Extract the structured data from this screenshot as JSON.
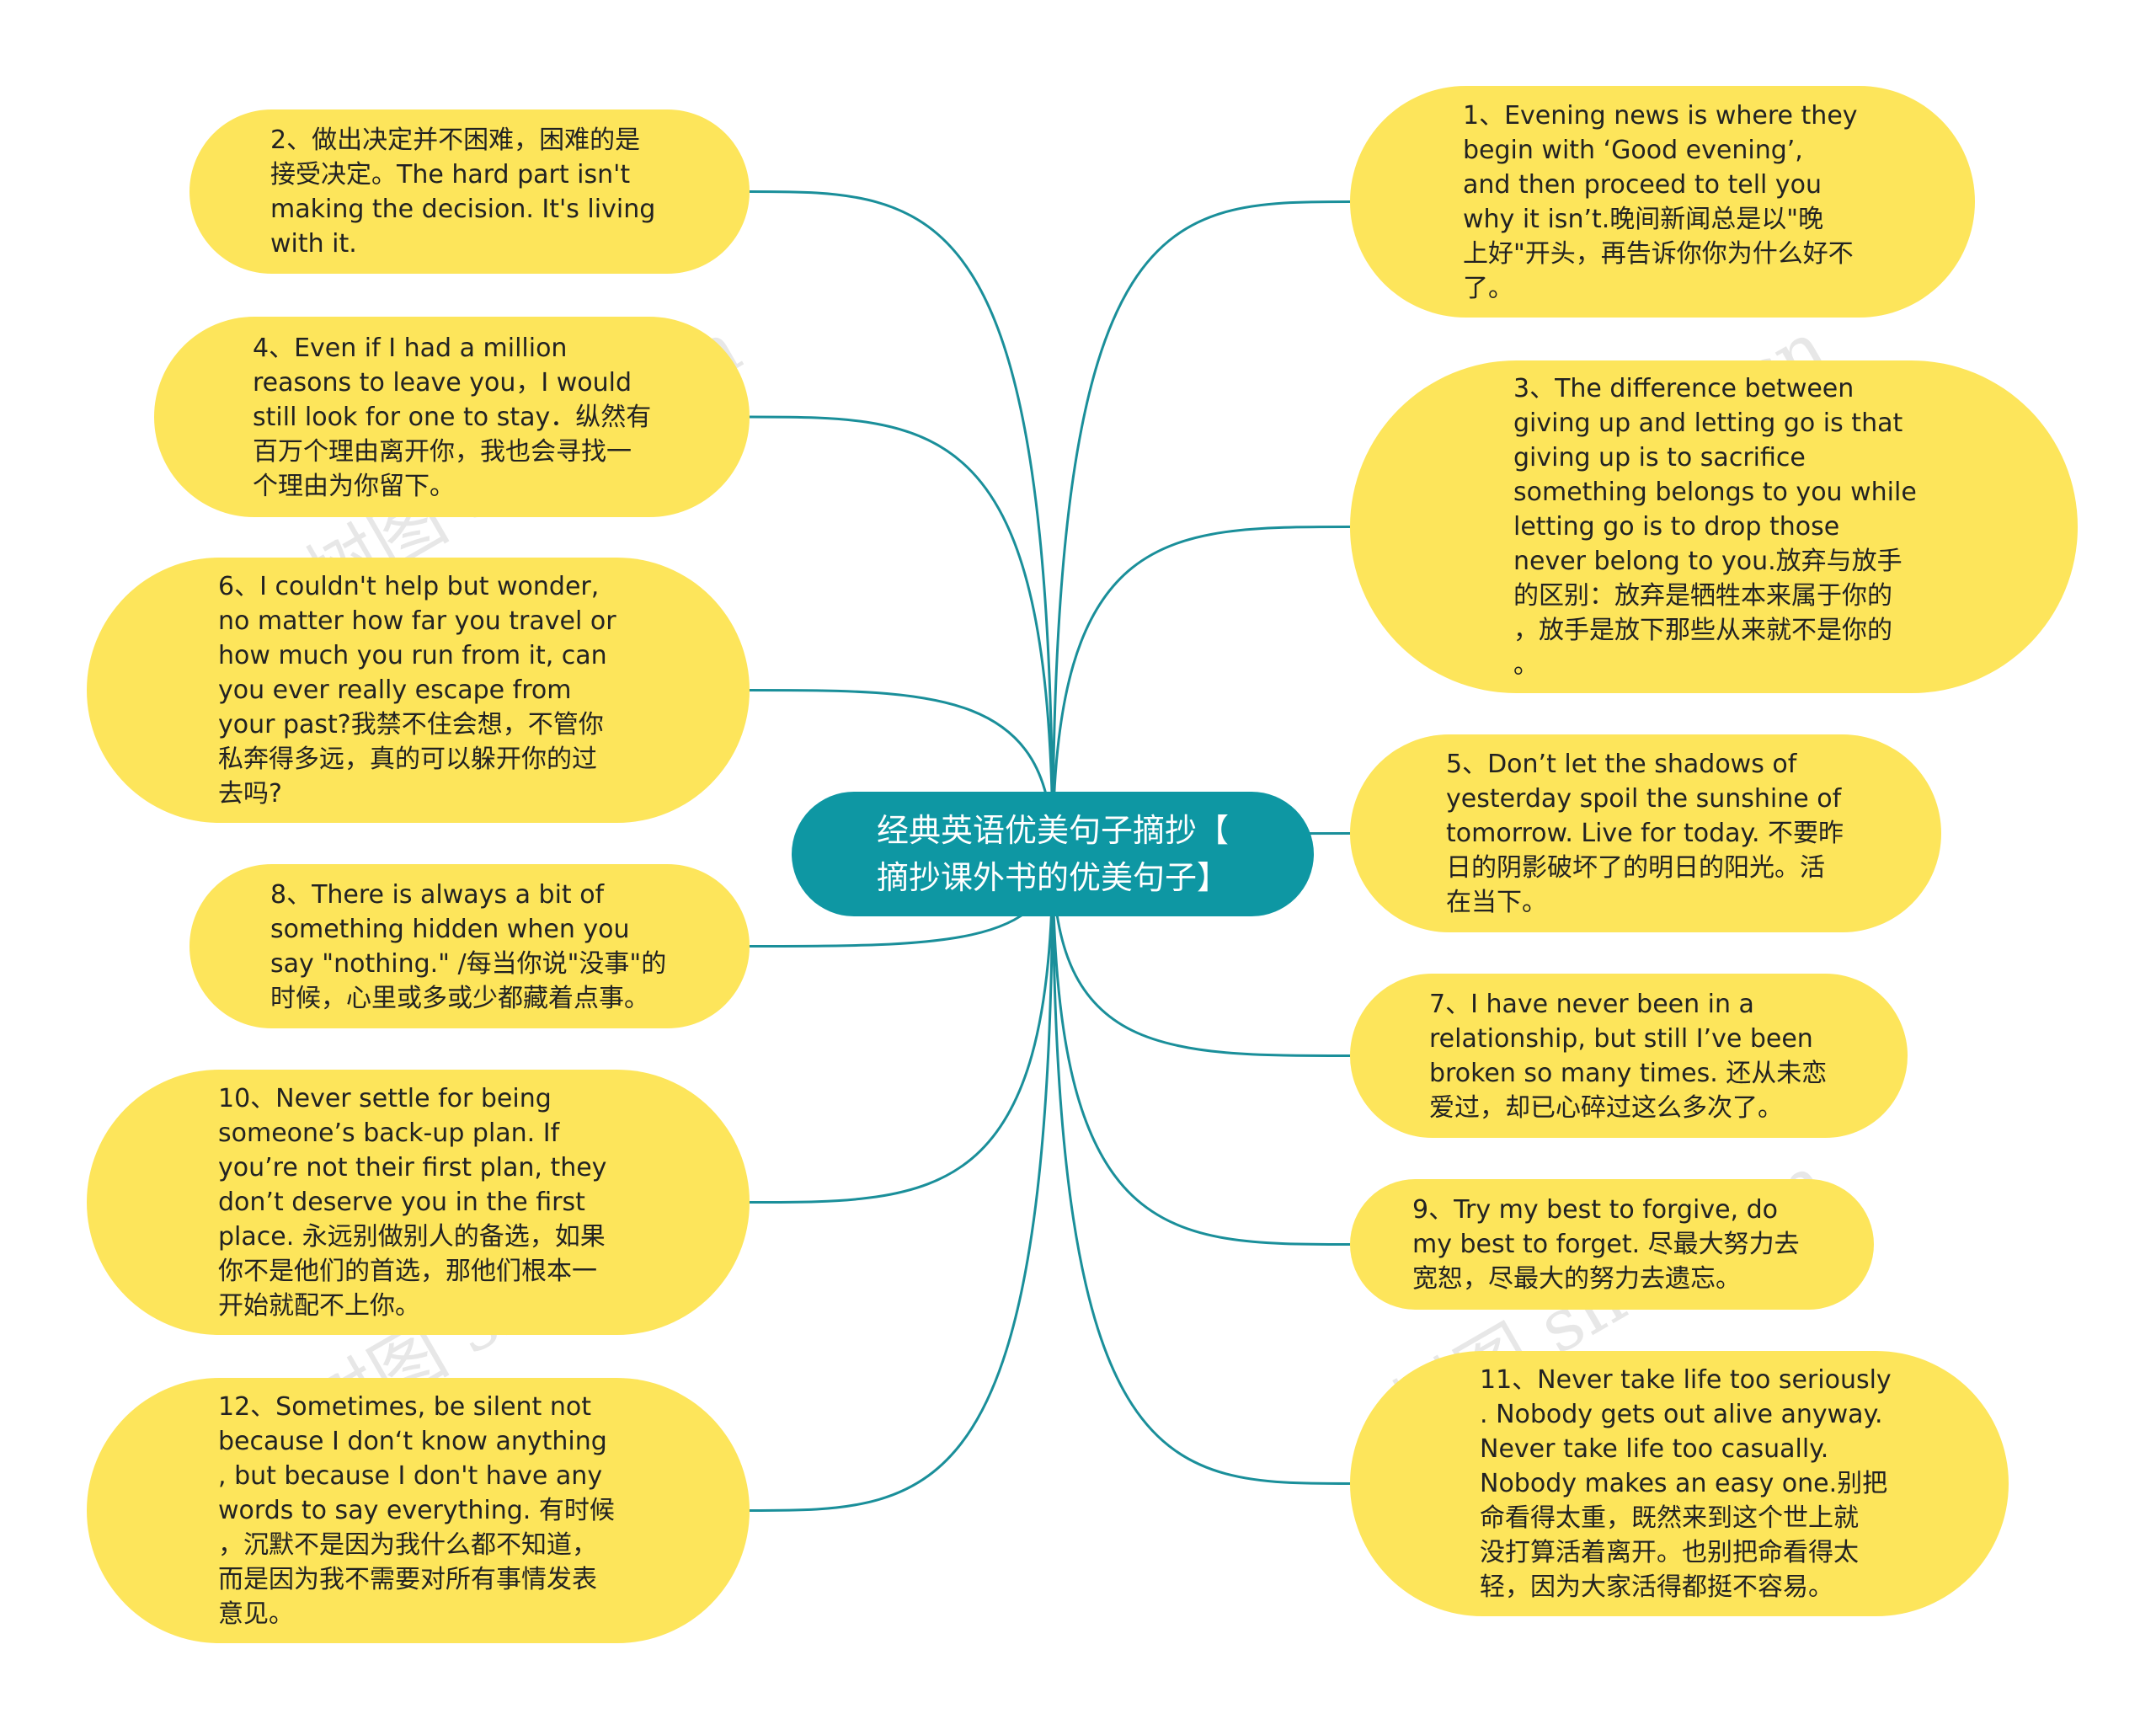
{
  "central": {
    "text": "经典英语优美句子摘抄【\n摘抄课外书的优美句子】"
  },
  "watermark": "树图 shutu.cn",
  "colors": {
    "node_fill": "#fde55b",
    "root_fill": "#0e97a3",
    "edge": "#1a8f9a"
  },
  "left_nodes": [
    {
      "id": "n2",
      "text": "2、做出决定并不困难，困难的是\n接受决定。The hard part isn't\nmaking the decision. It's living\nwith it."
    },
    {
      "id": "n4",
      "text": "4、Even if I had a million\nreasons to leave you，I would\nstill look for one to stay．纵然有\n百万个理由离开你，我也会寻找一\n个理由为你留下。"
    },
    {
      "id": "n6",
      "text": "6、I couldn't help but wonder,\nno matter how far you travel or\nhow much you run from it, can\nyou ever really escape from\nyour past?我禁不住会想，不管你\n私奔得多远，真的可以躲开你的过\n去吗?"
    },
    {
      "id": "n8",
      "text": "8、There is always a bit of\nsomething hidden when you\nsay \"nothing.\" /每当你说\"没事\"的\n时候，心里或多或少都藏着点事。"
    },
    {
      "id": "n10",
      "text": "10、Never settle for being\nsomeone’s back-up plan. If\nyou’re not their first plan, they\n don’t deserve you in the first\nplace. 永远别做别人的备选，如果\n你不是他们的首选，那他们根本一\n开始就配不上你。"
    },
    {
      "id": "n12",
      "text": "12、Sometimes, be silent not\nbecause I don‘t know anything\n, but because I don't have any\nwords to say everything. 有时候\n，沉默不是因为我什么都不知道，\n而是因为我不需要对所有事情发表\n意见。"
    }
  ],
  "right_nodes": [
    {
      "id": "n1",
      "text": "1、Evening news is where they\nbegin with ‘Good evening’,\nand then proceed to tell you\nwhy it isn’t.晚间新闻总是以\"晚\n上好\"开头，再告诉你你为什么好不\n了。"
    },
    {
      "id": "n3",
      "text": "3、The difference between\ngiving up and letting go is that\ngiving up is to sacrifice\nsomething belongs to you while\n letting go is to drop those\nnever belong to you.放弃与放手\n的区别：放弃是牺牲本来属于你的\n，放手是放下那些从来就不是你的\n。"
    },
    {
      "id": "n5",
      "text": "5、Don’t let the shadows of\nyesterday spoil the sunshine of\ntomorrow. Live for today. 不要昨\n日的阴影破坏了的明日的阳光。活\n在当下。"
    },
    {
      "id": "n7",
      "text": "7、I have never been in a\nrelationship, but still I’ve been\nbroken so many times. 还从未恋\n爱过，却已心碎过这么多次了。"
    },
    {
      "id": "n9",
      "text": "9、Try my best to forgive, do\nmy best to forget. 尽最大努力去\n宽恕，尽最大的努力去遗忘。"
    },
    {
      "id": "n11",
      "text": "11、Never take life too seriously\n. Nobody gets out alive anyway.\n Never take life too casually.\nNobody makes an easy one.别把\n命看得太重，既然来到这个世上就\n没打算活着离开。也别把命看得太\n轻，因为大家活得都挺不容易。"
    }
  ]
}
